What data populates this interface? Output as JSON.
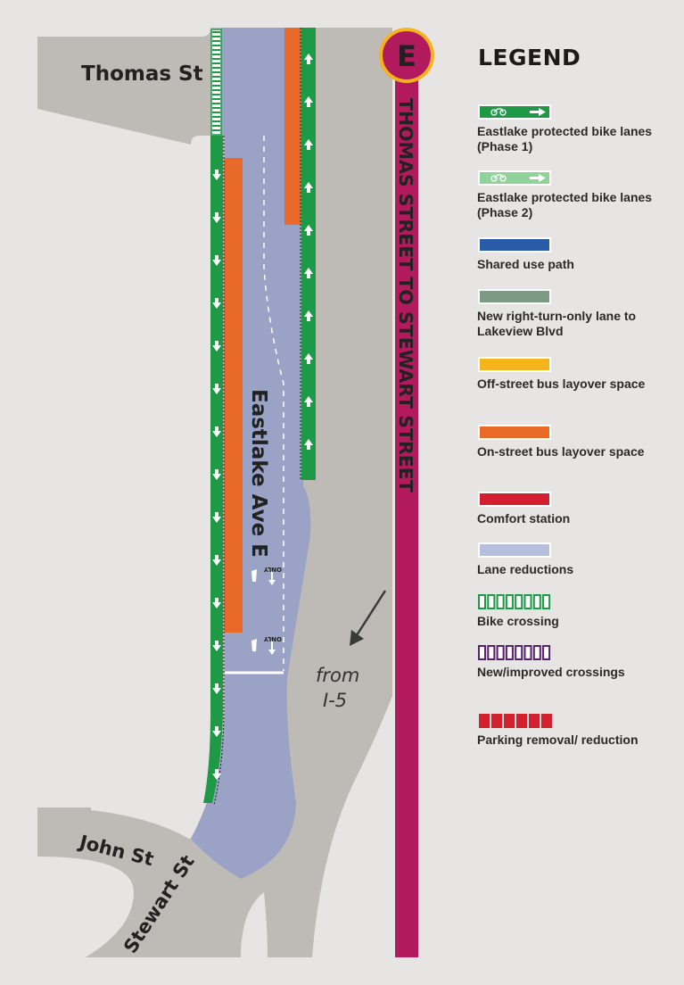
{
  "map": {
    "street_labels": {
      "thomas": "Thomas St",
      "eastlake": "Eastlake Ave E",
      "john": "John St",
      "stewart": "Stewart St",
      "from": "from",
      "i5": "I-5"
    },
    "segment_label": "THOMAS STREET TO STEWART STREET",
    "segment_badge": "E",
    "lane_marking": "ONLY",
    "colors": {
      "road": "#bebab6",
      "background": "#e6e5e3",
      "lane_reduction": "#9aa3c6",
      "bike_lane": "#1e9a47",
      "bus_layover": "#e8692a",
      "segment_bar": "#b21a5e",
      "badge_ring": "#f5b21c"
    }
  },
  "legend": {
    "title": "LEGEND",
    "items": [
      {
        "id": "phase1",
        "label": "Eastlake protected bike lanes (Phase 1)",
        "color": "#1e9a47",
        "icon": "bike-arrow-icon"
      },
      {
        "id": "phase2",
        "label": "Eastlake protected bike lanes (Phase 2)",
        "color": "#8fd39a",
        "icon": "bike-arrow-icon"
      },
      {
        "id": "shared",
        "label": "Shared use path",
        "color": "#2a5ba8"
      },
      {
        "id": "rightturn",
        "label": "New right-turn-only lane to Lakeview Blvd",
        "color": "#7d9a84"
      },
      {
        "id": "offstreet",
        "label": "Off-street bus layover space",
        "color": "#f6b51c"
      },
      {
        "id": "onstreet",
        "label": "On-street bus layover space",
        "color": "#ea6b25"
      },
      {
        "id": "comfort",
        "label": "Comfort station",
        "color": "#d3202f"
      },
      {
        "id": "lanered",
        "label": "Lane reductions",
        "color": "#b6bfdd"
      },
      {
        "id": "bikecross",
        "label": "Bike crossing",
        "color": "#1e9a47",
        "pattern": "hollow-blocks"
      },
      {
        "id": "crossings",
        "label": "New/improved crossings",
        "color": "#5a1f6e",
        "pattern": "hollow-blocks"
      },
      {
        "id": "parking",
        "label": "Parking removal/ reduction",
        "color": "#d3202f",
        "pattern": "solid-blocks"
      }
    ]
  }
}
